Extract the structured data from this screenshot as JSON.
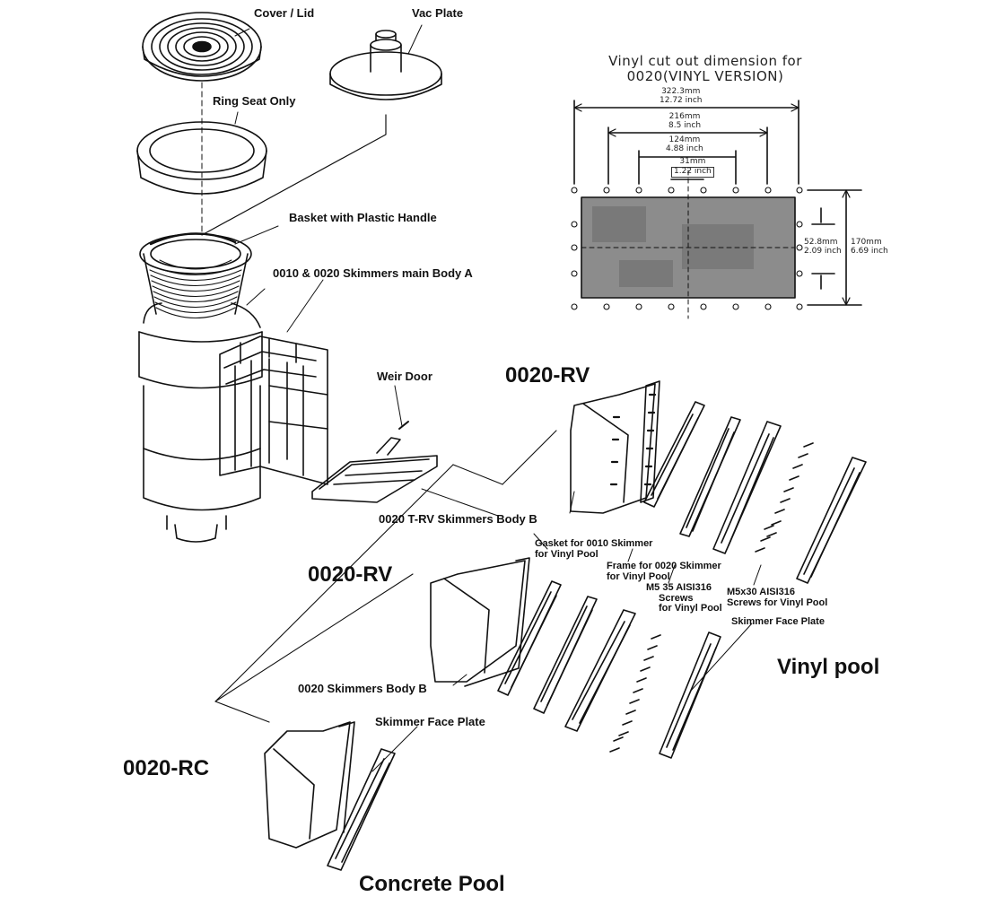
{
  "labels": {
    "cover_lid": "Cover / Lid",
    "vac_plate": "Vac Plate",
    "ring_seat": "Ring Seat Only",
    "basket": "Basket with Plastic Handle",
    "main_body": "0010 & 0020 Skimmers main Body A",
    "weir_door": "Weir Door",
    "t_rv_body_b": "0020 T-RV Skimmers Body B",
    "gasket_line1": "Gasket for 0010 Skimmer",
    "gasket_line2": "for Vinyl Pool",
    "frame_line1": "Frame for 0020 Skimmer",
    "frame_line2": "for Vinyl Pool",
    "m5_35_line1": "M5 35 AISI316",
    "m5_35_line2": "Screws",
    "m5_35_line3": "for Vinyl Pool",
    "m5x30_line1": "M5x30 AISI316",
    "m5x30_line2": "Screws for Vinyl Pool",
    "face_plate_vinyl": "Skimmer Face Plate",
    "body_b": "0020 Skimmers Body B",
    "face_plate_concrete": "Skimmer Face Plate"
  },
  "models": {
    "rv_top": "0020-RV",
    "rv_mid": "0020-RV",
    "rc": "0020-RC"
  },
  "sections": {
    "vinyl": "Vinyl pool",
    "concrete": "Concrete Pool"
  },
  "dimension": {
    "title_line1": "Vinyl cut out dimension for",
    "title_line2": "0020(VINYL VERSION)",
    "w1_mm": "322.3mm",
    "w1_in": "12.72 inch",
    "w2_mm": "216mm",
    "w2_in": "8.5 inch",
    "w3_mm": "124mm",
    "w3_in": "4.88 inch",
    "w4_mm": "31mm",
    "w4_in": "1.22 inch",
    "h1_mm": "52.8mm",
    "h1_in": "2.09 inch",
    "h2_mm": "170mm",
    "h2_in": "6.69 inch"
  }
}
